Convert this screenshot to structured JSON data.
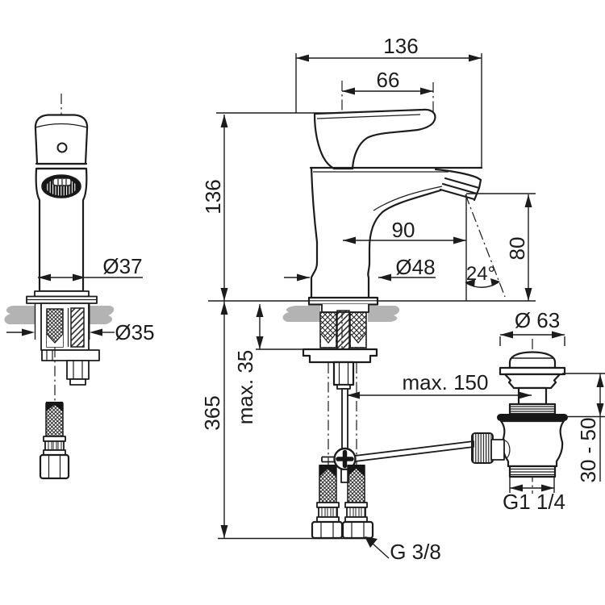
{
  "drawing": {
    "type": "technical-dimension-drawing",
    "subject": "single-lever basin mixer faucet with pop-up waste and flexible supply hoses",
    "background_color": "#ffffff",
    "line_color": "#1c1c1c",
    "counter_color": "#b3b3b3",
    "labels": {
      "overall_width": "136",
      "handle_length": "66",
      "height_above_deck": "136",
      "spout_reach": "90",
      "base_diameter": "Ø48",
      "outlet_height": "80",
      "outlet_angle": "24°",
      "front_diameter": "Ø37",
      "hole_diameter": "Ø35",
      "max_deck_thickness": "max. 35",
      "hose_drop": "365",
      "max_rod_length": "max. 150",
      "waste_cap_diameter": "Ø 63",
      "waste_height_range": "30 - 50",
      "waste_thread": "G1 1/4",
      "supply_thread": "G 3/8"
    }
  }
}
